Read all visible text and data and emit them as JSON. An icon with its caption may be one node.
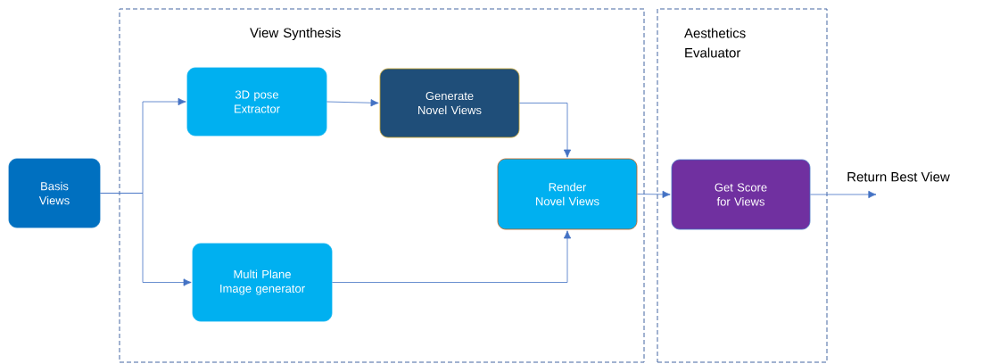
{
  "diagram": {
    "nodes": [
      {
        "text": [
          "View Synthesis"
        ]
      },
      {
        "text": [
          "Aesthetics Evaluator"
        ]
      },
      {
        "text": [
          "Basis Views"
        ]
      },
      {
        "text": [
          "3D pose Extractor"
        ],
        "in": 0
      },
      {
        "text": [
          "Generate Novel Views"
        ],
        "in": 0
      },
      {
        "text": [
          "Render Novel Views"
        ],
        "in": 0
      },
      {
        "text": [
          "Multi Plane Image generator"
        ],
        "in": 0
      },
      {
        "text": [
          "Get Score for Views"
        ],
        "in": 1
      }
    ],
    "edges": [
      {
        "from": 2,
        "to": 3,
        "arrow": "to"
      },
      {
        "from": 2,
        "to": 6,
        "arrow": "to"
      },
      {
        "from": 3,
        "to": 4,
        "arrow": "to"
      },
      {
        "from": 4,
        "to": 5,
        "arrow": "to"
      },
      {
        "from": 6,
        "to": 5,
        "arrow": "to"
      },
      {
        "from": 5,
        "to": 7,
        "arrow": "to"
      },
      {
        "from": 7,
        "to": null,
        "arrow": "to",
        "label": "Return Best View"
      }
    ]
  }
}
